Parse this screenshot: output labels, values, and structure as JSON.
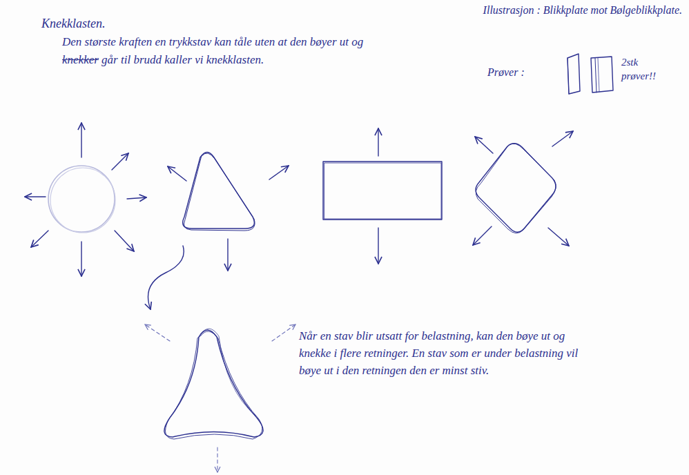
{
  "diagram": {
    "title": "Knekklasten.",
    "labels": [
      "Den største kraften en trykkstav kan tåle uten at den bøyer ut og",
      "knekker",
      "går til brudd kaller vi knekklasten.",
      "Illustrasjon : Blikkplate mot Bølgeblikkplate.",
      "Prøver :",
      "2stk prøver!!",
      "Når en stav blir utsatt for belastning, kan den bøye ut og knekke i flere retninger. En stav som er under belastning vil bøye ut i den retningen den er minst stiv."
    ]
  }
}
